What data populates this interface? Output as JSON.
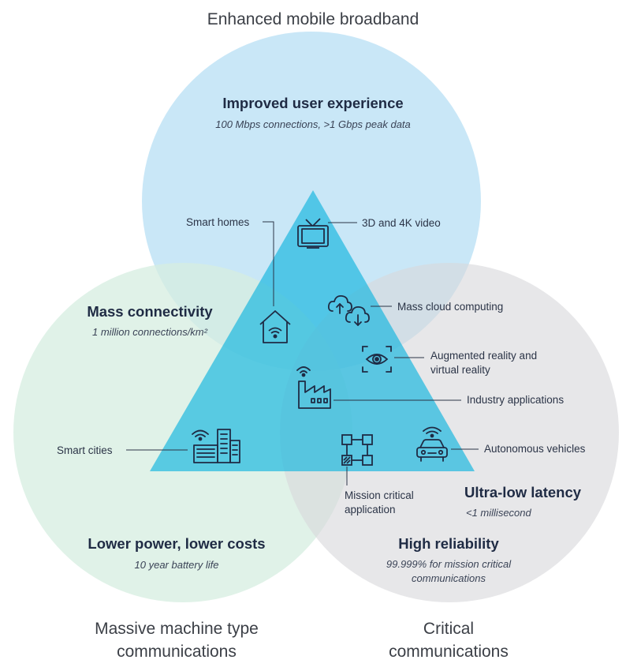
{
  "corner_labels": {
    "embb": "Enhanced mobile broadband",
    "mmtc_line1": "Massive machine type",
    "mmtc_line2": "communications",
    "critical_line1": "Critical",
    "critical_line2": "communications"
  },
  "headings": {
    "user_experience": {
      "title": "Improved user experience",
      "sub": "100 Mbps connections, >1 Gbps peak data"
    },
    "mass_connectivity": {
      "title": "Mass connectivity",
      "sub": "1 million connections/km²"
    },
    "lower_power": {
      "title": "Lower power, lower costs",
      "sub": "10 year battery life"
    },
    "ultra_low_latency": {
      "title": "Ultra-low latency",
      "sub": "<1 millisecond"
    },
    "high_reliability": {
      "title": "High reliability",
      "sub_line1": "99.999% for mission critical",
      "sub_line2": "communications"
    }
  },
  "use_cases": {
    "smart_homes": "Smart homes",
    "video": "3D and 4K video",
    "cloud": "Mass cloud computing",
    "ar_vr_line1": "Augmented reality and",
    "ar_vr_line2": "virtual reality",
    "industry": "Industry applications",
    "autonomous": "Autonomous vehicles",
    "smart_cities": "Smart cities",
    "mission_line1": "Mission critical",
    "mission_line2": "application"
  },
  "icons": [
    "tv-icon",
    "smart-home-icon",
    "cloud-icon",
    "eye-icon",
    "factory-icon",
    "city-icon",
    "circuit-icon",
    "car-icon"
  ],
  "colors": {
    "embb_circle": "#c3e4f6",
    "mmtc_circle": "#dcefe3",
    "critical_circle": "#e4e4e6",
    "triangle": "#17b7de",
    "text": "#1f2b44",
    "leader": "#2b3447"
  }
}
